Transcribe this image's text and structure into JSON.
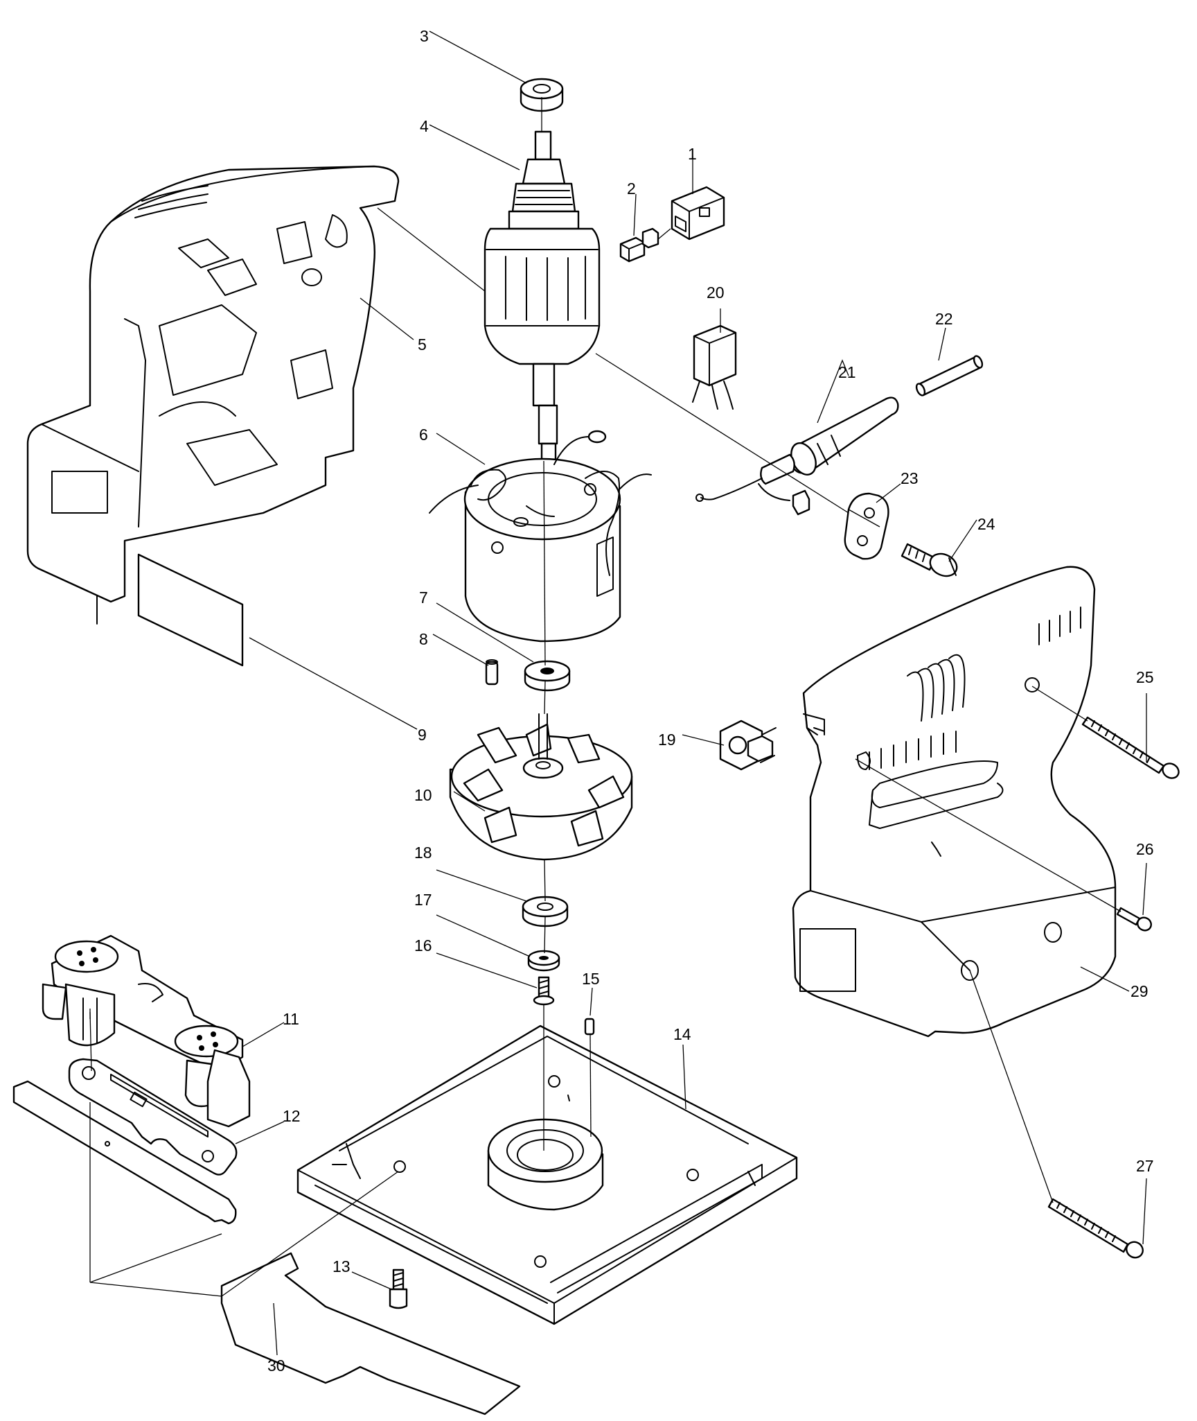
{
  "callouts": [
    {
      "id": "1",
      "text": "1"
    },
    {
      "id": "2",
      "text": "2"
    },
    {
      "id": "3",
      "text": "3"
    },
    {
      "id": "4",
      "text": "4"
    },
    {
      "id": "5",
      "text": "5"
    },
    {
      "id": "6",
      "text": "6"
    },
    {
      "id": "7",
      "text": "7"
    },
    {
      "id": "8",
      "text": "8"
    },
    {
      "id": "9",
      "text": "9"
    },
    {
      "id": "10",
      "text": "10"
    },
    {
      "id": "11",
      "text": "11"
    },
    {
      "id": "12",
      "text": "12"
    },
    {
      "id": "13",
      "text": "13"
    },
    {
      "id": "14",
      "text": "14"
    },
    {
      "id": "15",
      "text": "15"
    },
    {
      "id": "16",
      "text": "16"
    },
    {
      "id": "17",
      "text": "17"
    },
    {
      "id": "18",
      "text": "18"
    },
    {
      "id": "19",
      "text": "19"
    },
    {
      "id": "20",
      "text": "20"
    },
    {
      "id": "21",
      "text": "21"
    },
    {
      "id": "22",
      "text": "22"
    },
    {
      "id": "23",
      "text": "23"
    },
    {
      "id": "24",
      "text": "24"
    },
    {
      "id": "25",
      "text": "25"
    },
    {
      "id": "26",
      "text": "26"
    },
    {
      "id": "27",
      "text": "27"
    },
    {
      "id": "29",
      "text": "29"
    },
    {
      "id": "30",
      "text": "30"
    }
  ]
}
